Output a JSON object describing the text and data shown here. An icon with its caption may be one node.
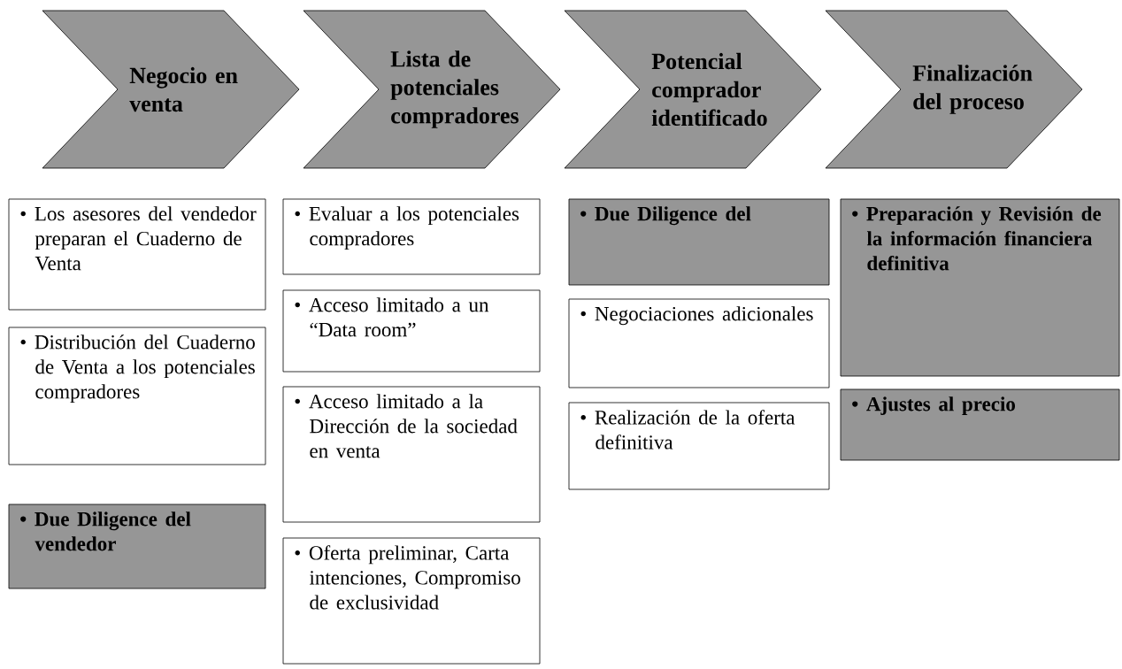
{
  "diagram": {
    "nodes": [
      {
        "text": [
          "Negocio en venta"
        ]
      },
      {
        "text": [
          "Lista de potenciales compradores"
        ]
      },
      {
        "text": [
          "Potencial comprador identificado"
        ]
      },
      {
        "text": [
          "Finalización del proceso"
        ]
      },
      {
        "text": [
          "• Los asesores del vendedor preparan el Cuaderno de Venta"
        ]
      },
      {
        "text": [
          "• Distribución del Cuaderno de Venta a los potenciales compradores"
        ]
      },
      {
        "text": [
          "• Due Diligence del vendedor"
        ]
      },
      {
        "text": [
          "• Evaluar a los potenciales compradores"
        ]
      },
      {
        "text": [
          "• Acceso limitado a un “Data room”"
        ]
      },
      {
        "text": [
          "• Acceso limitado a la Dirección de la sociedad en venta"
        ]
      },
      {
        "text": [
          "• Oferta preliminar, Carta intenciones, Compromiso de exclusividad"
        ]
      },
      {
        "text": [
          "• Due Diligence del"
        ]
      },
      {
        "text": [
          "• Negociaciones adicionales"
        ]
      },
      {
        "text": [
          "• Realización de la oferta definitiva"
        ]
      },
      {
        "text": [
          "• Preparación y Revisión de la información financiera definitiva"
        ]
      },
      {
        "text": [
          "• Ajustes al precio"
        ]
      }
    ]
  }
}
